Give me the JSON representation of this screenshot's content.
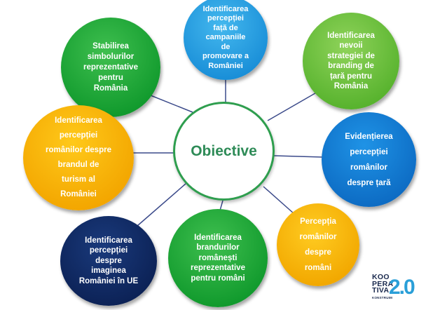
{
  "center_label": "Obiective",
  "bubbles": [
    {
      "id": "b1",
      "name": "bubble-stabilirea-simbolurilor",
      "lines": [
        "Stabilirea",
        "simbolurilor",
        "reprezentative",
        "pentru",
        "România"
      ]
    },
    {
      "id": "b2",
      "name": "bubble-perceptia-campaniilor",
      "lines": [
        "Identificarea",
        "percepției",
        "față de",
        "campaniile",
        "de",
        "promovare a",
        "României"
      ]
    },
    {
      "id": "b3",
      "name": "bubble-strategie-branding",
      "lines": [
        "Identificarea",
        "nevoii",
        "strategiei de",
        "branding de",
        "țară pentru",
        "România"
      ]
    },
    {
      "id": "b4",
      "name": "bubble-brandul-de-turism",
      "lines": [
        "Identificarea",
        "percepției",
        "românilor despre",
        "brandul de",
        "turism al",
        "României"
      ]
    },
    {
      "id": "b5",
      "name": "bubble-perceptia-despre-tara",
      "lines": [
        "Evidențierea",
        "percepției",
        "românilor",
        "despre țară"
      ]
    },
    {
      "id": "b6",
      "name": "bubble-perceptia-despre-romani",
      "lines": [
        "Percepția",
        "românilor",
        "despre",
        "români"
      ]
    },
    {
      "id": "b7",
      "name": "bubble-brandurile-romanesti",
      "lines": [
        "Identificarea",
        "brandurilor",
        "românești",
        "reprezentative",
        "pentru români"
      ]
    },
    {
      "id": "b8",
      "name": "bubble-imaginea-in-ue",
      "lines": [
        "Identificarea",
        "percepției",
        "despre",
        "imaginea",
        "României în UE"
      ]
    }
  ],
  "colors": {
    "connector": "#3b4a8a",
    "center_border": "#2e9e4e",
    "center_text": "#2e8b57"
  },
  "logo": {
    "word_lines": [
      "KOO",
      "PERA",
      "TIVA"
    ],
    "number": "2.0",
    "subtitle": "KONSTRUIM"
  }
}
